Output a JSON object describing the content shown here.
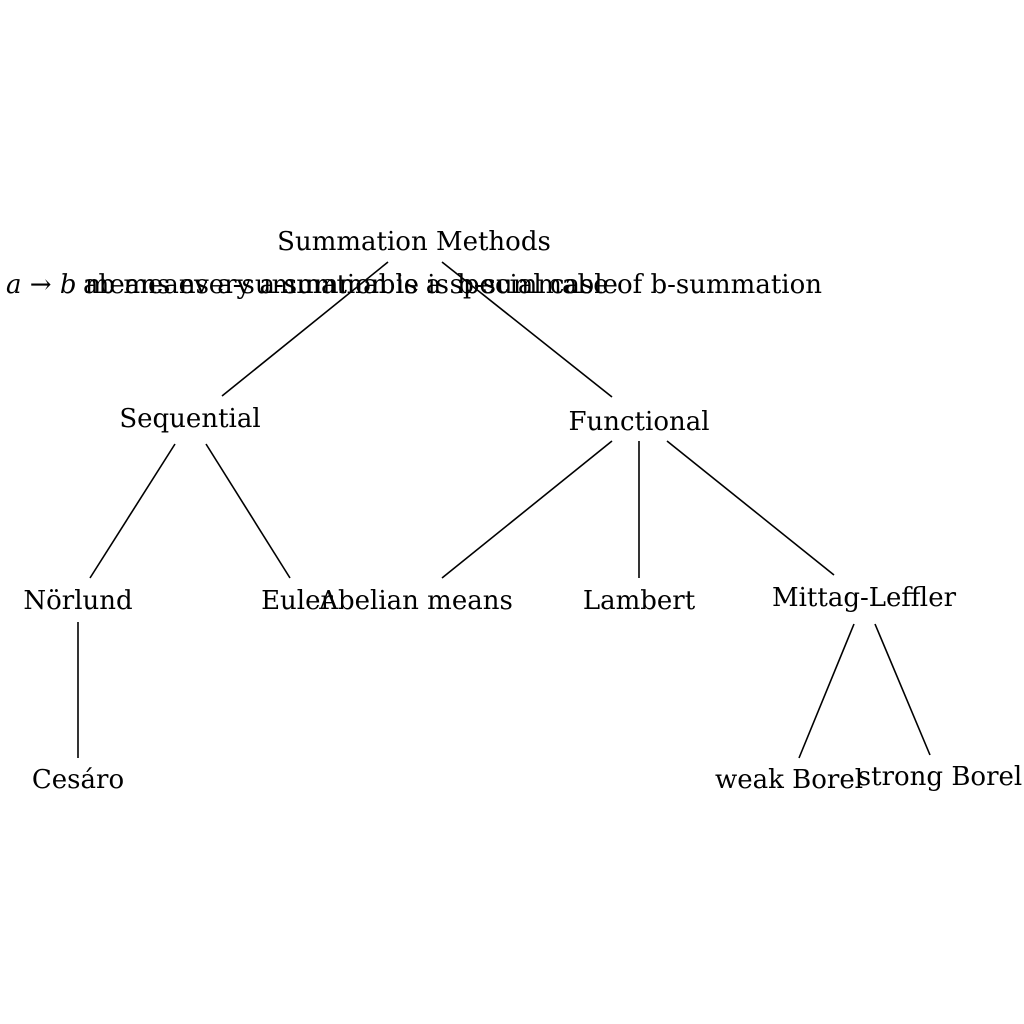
{
  "root": "Summation Methods",
  "legend": {
    "line1": {
      "a": "a",
      "arrow": "→",
      "b": "b",
      "text": "means every a-summable is b-summable"
    },
    "line2": {
      "text": "ab means a-summation is a special case of b-summation"
    }
  },
  "branches": [
    {
      "label": "Sequential",
      "children": [
        {
          "label": "Nörlund",
          "children": [
            "Cesáro"
          ]
        },
        {
          "label": "Euler",
          "children": []
        }
      ]
    },
    {
      "label": "Functional",
      "children": [
        {
          "label": "Abelian means",
          "children": []
        },
        {
          "label": "Lambert",
          "children": []
        },
        {
          "label": "Mittag-Leffler",
          "children": [
            "weak Borel",
            "strong Borel"
          ]
        }
      ]
    }
  ]
}
